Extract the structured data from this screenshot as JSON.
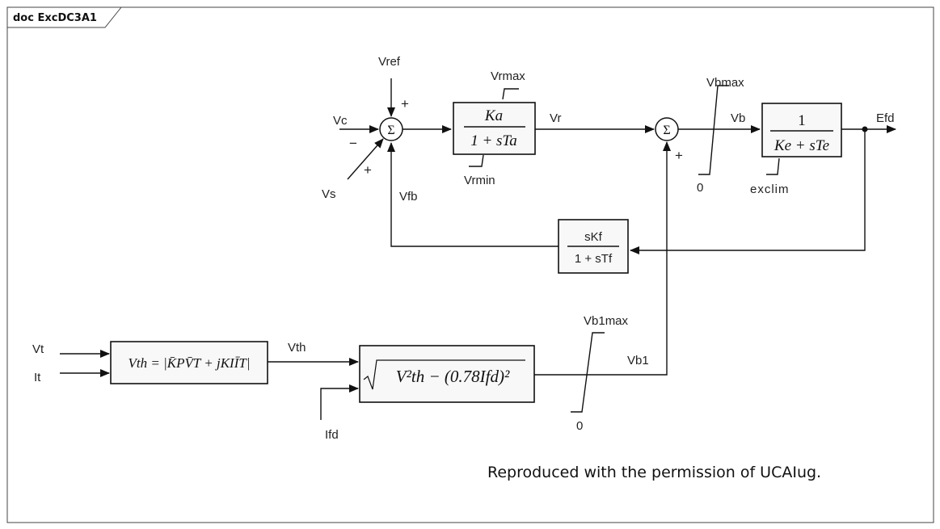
{
  "frame": {
    "title": "doc ExcDC3A1"
  },
  "credit": "Reproduced with the permission of UCAIug.",
  "signals": {
    "vref": "Vref",
    "vc": "Vc",
    "vs": "Vs",
    "vfb": "Vfb",
    "vr": "Vr",
    "vrmax": "Vrmax",
    "vrmin": "Vrmin",
    "vbmax": "Vbmax",
    "vb": "Vb",
    "zero_top": "0",
    "exclim": "exclim",
    "efd": "Efd",
    "vt": "Vt",
    "it": "It",
    "vth": "Vth",
    "ifd": "Ifd",
    "vb1max": "Vb1max",
    "vb1": "Vb1",
    "zero_bottom": "0"
  },
  "signs": {
    "vref": "+",
    "vc": "−",
    "vs": "+",
    "sum2": "+"
  },
  "sum_symbol": "Σ",
  "blocks": {
    "regulator": {
      "numerator": "Ka",
      "denominator": "1 + sTa"
    },
    "exciter": {
      "numerator": "1",
      "denominator": "Ke + sTe"
    },
    "feedback": {
      "numerator": "sKf",
      "denominator": "1 + sTf"
    },
    "vth_eq": "Vth = |K̄PV̄T + jKIĪT|",
    "sqrt_eq": "V²th − (0.78Ifd)²"
  }
}
